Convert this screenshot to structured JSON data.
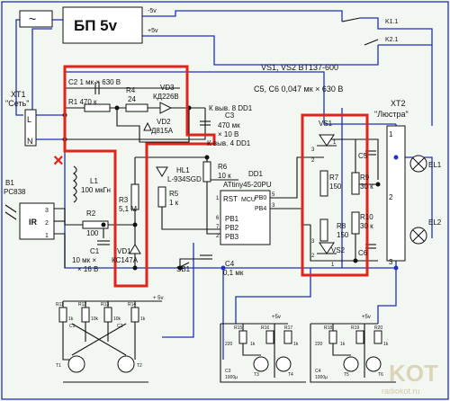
{
  "psu": {
    "label": "БП 5v",
    "tilde": "~",
    "pins": [
      "-5v",
      "+5v"
    ]
  },
  "header": {
    "vs_line": "VS1, VS2 BT137-600",
    "c5c6_line": "C5, C6 0,047 мк × 630 В"
  },
  "xt1": {
    "name": "XT1",
    "title": "\"Сеть\"",
    "pins": [
      "L",
      "N"
    ]
  },
  "xt2": {
    "name": "XT2",
    "title": "\"Люстра\"",
    "pins": [
      "1",
      "2",
      "3"
    ]
  },
  "k1": {
    "contacts": [
      "K1.1",
      "K2.1"
    ]
  },
  "power": {
    "c2": "C2 1 мк × 630 В",
    "r1": "R1 470 к",
    "r4": "R4",
    "r4_val": "24",
    "vd3": "VD3",
    "vd3_val": "КД226В",
    "vd2": "VD2",
    "vd2_val": "Д815А",
    "c3": "C3",
    "c3_val": "470 мк",
    "c3_v": "× 10 В",
    "out8": "К выв. 8 DD1",
    "out4": "К выв. 4 DD1"
  },
  "rx": {
    "b1": "B1",
    "b1_val": "PC838",
    "ir": "IR",
    "b1_pins": [
      "3",
      "2",
      "1"
    ],
    "l1": "L1",
    "l1_val": "100 мкГн",
    "r2": "R2",
    "r2_val": "100",
    "c1": "C1",
    "c1_val": "10 мк ×",
    "c1_v": "× 16 В",
    "r3": "R3",
    "r3_val": "5,1 М",
    "vd1": "VD1",
    "vd1_val": "КС147А",
    "hl1": "HL1",
    "hl1_val": "L-934SGD",
    "r5": "R5",
    "r5_val": "1 к",
    "r6": "R6",
    "r6_val": "10 к",
    "sb1": "SB1",
    "c4": "C4",
    "c4_val": "0,1 мк"
  },
  "mcu": {
    "name": "DD1",
    "part": "ATtiny45-20PU",
    "rst": "RST",
    "mcu": "MCU",
    "pb0": "PB0",
    "pb4": "PB4",
    "pb1": "PB1",
    "pb2": "PB2",
    "pb3": "PB3",
    "pin_nums": [
      "1",
      "6",
      "7",
      "2",
      "5",
      "3"
    ]
  },
  "triacs": {
    "vs1": "VS1",
    "vs2": "VS2",
    "r7": "R7",
    "r7_val": "150",
    "r8": "R8",
    "r8_val": "150",
    "r9": "R9",
    "r9_val": "30 к",
    "r10": "R10",
    "r10_val": "30 к",
    "c5": "C5",
    "c6": "C6",
    "pin_labels": [
      "3",
      "2",
      "1",
      "3",
      "2",
      "1"
    ]
  },
  "lamps": {
    "el1": "EL1",
    "el2": "EL2"
  },
  "bottom": {
    "astable": {
      "labels": [
        "R11",
        "R12",
        "R13",
        "R14",
        "C1",
        "C2",
        "T1",
        "T2"
      ],
      "vals": [
        "1k",
        "10k",
        "10k",
        "1k"
      ],
      "supply": "+ 5v"
    },
    "stage1": {
      "labels": [
        "R15",
        "R16",
        "R17",
        "C3",
        "T3",
        "T4"
      ],
      "vals": [
        "220",
        "1k",
        "1k",
        "1000µ"
      ],
      "supply": "+5v"
    },
    "stage2": {
      "labels": [
        "R18",
        "R19",
        "R20",
        "C4",
        "T5",
        "T6"
      ],
      "vals": [
        "220",
        "1k",
        "1k",
        "1000µ"
      ],
      "supply": "+5v"
    }
  },
  "watermark": {
    "title": "KOT",
    "site": "radiokot.ru"
  },
  "marks": {
    "cut_mark": "×"
  },
  "colors": {
    "wire_blue": "#1f2fc0",
    "highlight_red": "#e0231b",
    "background": "#f3f7f2"
  }
}
